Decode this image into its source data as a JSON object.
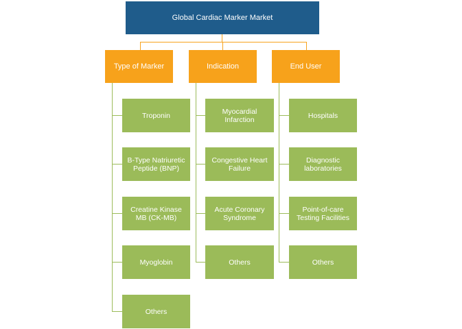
{
  "root": {
    "label": "Global Cardiac Marker Market"
  },
  "categories": [
    {
      "label": "Type of Marker",
      "items": [
        "Troponin",
        "B-Type Natriuretic Peptide (BNP)",
        "Creatine Kinase MB (CK-MB)",
        "Myoglobin",
        "Others"
      ]
    },
    {
      "label": "Indication",
      "items": [
        "Myocardial Infarction",
        "Congestive Heart Failure",
        "Acute Coronary Syndrome",
        "Others"
      ]
    },
    {
      "label": "End User",
      "items": [
        "Hospitals",
        "Diagnostic laboratories",
        "Point-of-care Testing Facilities",
        "Others"
      ]
    }
  ],
  "colors": {
    "root": "#1f5c8b",
    "category": "#f7a21b",
    "leaf": "#9bbb59",
    "text": "#ffffff"
  }
}
